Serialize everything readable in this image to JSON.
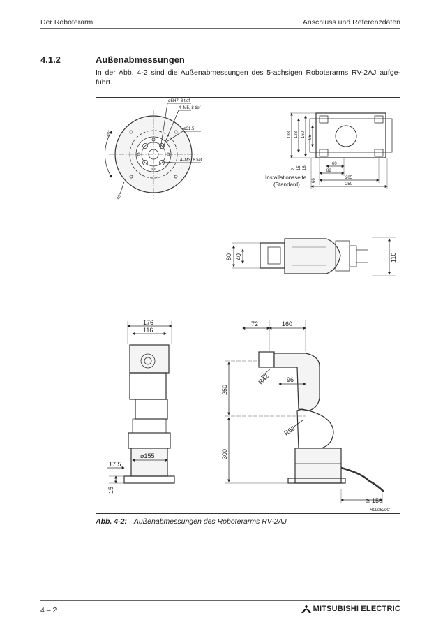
{
  "header": {
    "left": "Der Roboterarm",
    "right": "Anschluss und Referenzdaten"
  },
  "section": {
    "number": "4.1.2",
    "title": "Außenabmessungen",
    "intro": "In der Abb. 4-2 sind die Außenabmessungen des 5-achsigen Roboterarms RV-2AJ aufge-führt."
  },
  "figure": {
    "flange": {
      "bore": "ø5H7, 8 tief",
      "tap_m5": "4–M5, 8 tief",
      "pcd": "ø31.5",
      "tap_m3": "4–M3, 6 tief",
      "angle_45": "45°",
      "angle_45b": "45°"
    },
    "base_top": {
      "d188": "188",
      "d128": "128",
      "d160": "160",
      "d95": "95",
      "d2": "2",
      "d15": "15",
      "d18": "18",
      "d60": "60",
      "d82": "82",
      "d205": "205",
      "d250": "250",
      "d66": "66",
      "install_label_1": "Installationsseite",
      "install_label_2": "(Standard)"
    },
    "top_view": {
      "d80": "80",
      "d40": "40",
      "d110": "110"
    },
    "front_view": {
      "d176": "176",
      "d116": "116",
      "d155": "ø155",
      "d17_5": "17,5",
      "d15": "15"
    },
    "side_view": {
      "d72": "72",
      "d160": "160",
      "r42": "R42",
      "d96": "96",
      "d250": "250",
      "r62": "R62",
      "d300": "300",
      "d150": "≧ 150"
    },
    "drawing_id": "R000820C"
  },
  "caption": {
    "label": "Abb. 4-2:",
    "text": "Außenabmessungen des Roboterarms RV-2AJ"
  },
  "footer": {
    "page": "4 – 2",
    "brand": "MITSUBISHI ELECTRIC",
    "logo_icon": "mitsubishi-three-diamonds-icon"
  }
}
